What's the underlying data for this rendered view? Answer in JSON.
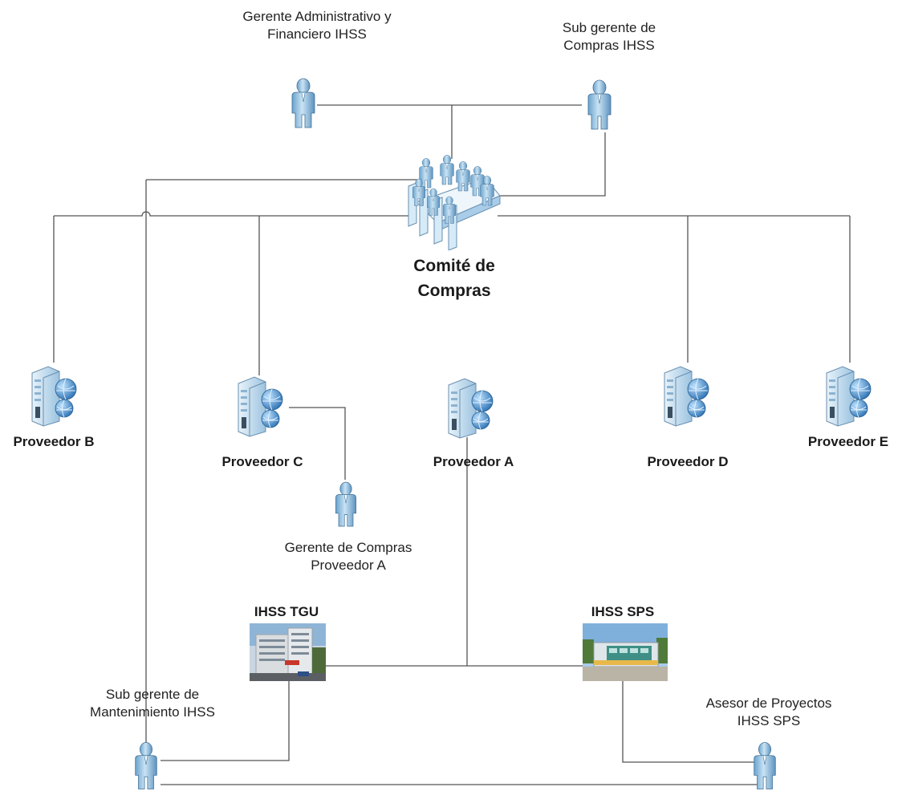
{
  "committee": {
    "line1": "Comité de",
    "line2": "Compras"
  },
  "people": {
    "gerente_admin": {
      "line1": "Gerente Administrativo y",
      "line2": "Financiero IHSS"
    },
    "sub_compras": {
      "line1": "Sub gerente de",
      "line2": "Compras IHSS"
    },
    "gerente_compras_prov_a": {
      "line1": "Gerente de Compras",
      "line2": "Proveedor A"
    },
    "sub_mantenimiento": {
      "line1": "Sub gerente de",
      "line2": "Mantenimiento IHSS"
    },
    "asesor_proyectos": {
      "line1": "Asesor de Proyectos",
      "line2": "IHSS SPS"
    }
  },
  "providers": {
    "a": "Proveedor A",
    "b": "Proveedor B",
    "c": "Proveedor C",
    "d": "Proveedor D",
    "e": "Proveedor E"
  },
  "sites": {
    "tgu": "IHSS TGU",
    "sps": "IHSS SPS"
  },
  "icons": {
    "person": "person-icon",
    "meeting": "meeting-icon",
    "server": "server-globe-icon",
    "building": "building-photo"
  },
  "colors": {
    "line": "#555555",
    "person_fill": "#a9cfe8",
    "person_dark": "#4f86b3",
    "server_fill": "#c5dff0",
    "globe": "#3a86c8"
  }
}
